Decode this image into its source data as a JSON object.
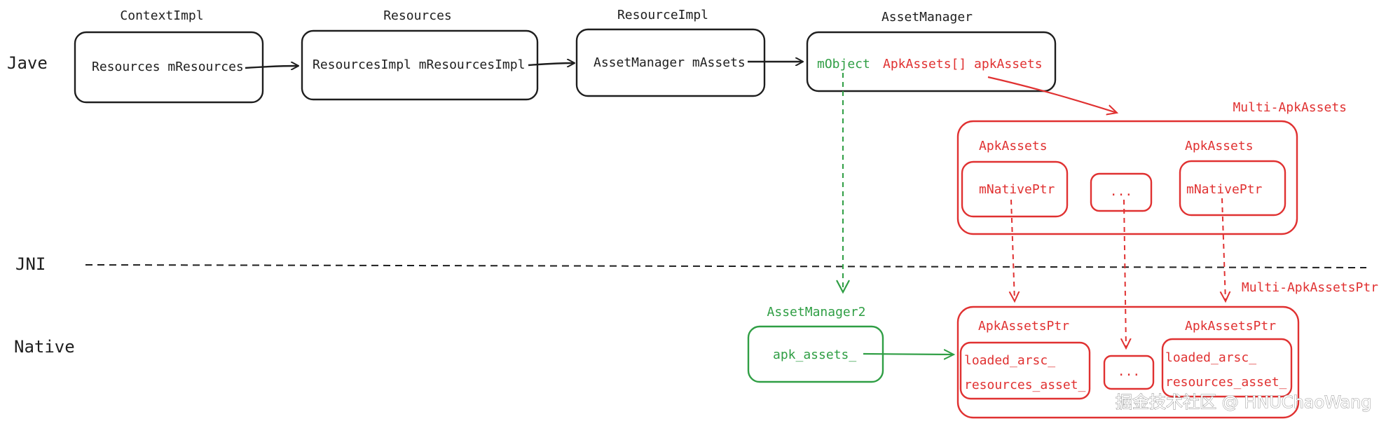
{
  "layers": {
    "java": "Jave",
    "jni": "JNI",
    "native": "Native"
  },
  "java_layer": {
    "context_impl": {
      "title": "ContextImpl",
      "field": "Resources mResources"
    },
    "resources": {
      "title": "Resources",
      "field": "ResourcesImpl mResourcesImpl"
    },
    "resource_impl": {
      "title": "ResourceImpl",
      "field": "AssetManager mAssets"
    },
    "asset_manager": {
      "title": "AssetManager",
      "field_object": "mObject",
      "field_apk_assets": "ApkAssets[] apkAssets"
    }
  },
  "multi_apk_assets": {
    "label": "Multi-ApkAssets",
    "left": {
      "title": "ApkAssets",
      "field": "mNativePtr"
    },
    "middle": {
      "field": "..."
    },
    "right": {
      "title": "ApkAssets",
      "field": "mNativePtr"
    }
  },
  "native_layer": {
    "asset_manager2": {
      "title": "AssetManager2",
      "field": "apk_assets_"
    },
    "multi_apk_assets_ptr": {
      "label": "Multi-ApkAssetsPtr",
      "left": {
        "title": "ApkAssetsPtr",
        "field1": "loaded_arsc_",
        "field2": "resources_asset_"
      },
      "middle": {
        "field": "..."
      },
      "right": {
        "title": "ApkAssetsPtr",
        "field1": "loaded_arsc_",
        "field2": "resources_asset_"
      }
    }
  },
  "watermark": "掘金技术社区 @ HNUChaoWang",
  "colors": {
    "ink": "#1e1e1e",
    "red": "#e03131",
    "green": "#2f9e44",
    "background": "#ffffff"
  }
}
